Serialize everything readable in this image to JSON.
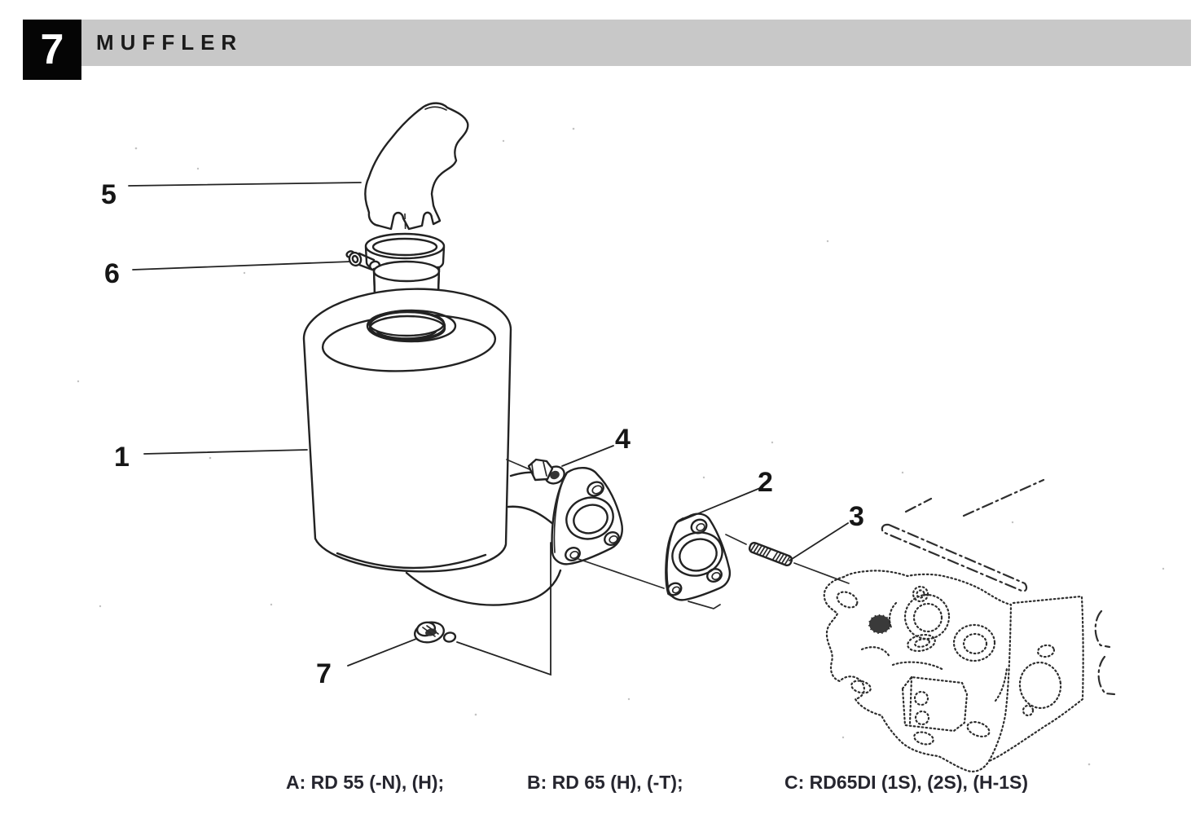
{
  "header": {
    "chapter_number": "7",
    "title": "MUFFLER",
    "bar_color": "#c8c8c8",
    "box_color": "#050505"
  },
  "diagram": {
    "ink_color": "#222222",
    "engine_line_style": "dotted",
    "callouts": [
      {
        "label": "1"
      },
      {
        "label": "2"
      },
      {
        "label": "3"
      },
      {
        "label": "4"
      },
      {
        "label": "5"
      },
      {
        "label": "6"
      },
      {
        "label": "7"
      }
    ]
  },
  "footer": {
    "text_color": "#26262f",
    "variants": [
      {
        "label": "A: RD 55 (-N), (H);"
      },
      {
        "label": "B: RD 65 (H), (-T);"
      },
      {
        "label": "C: RD65DI (1S), (2S), (H-1S)"
      }
    ]
  }
}
